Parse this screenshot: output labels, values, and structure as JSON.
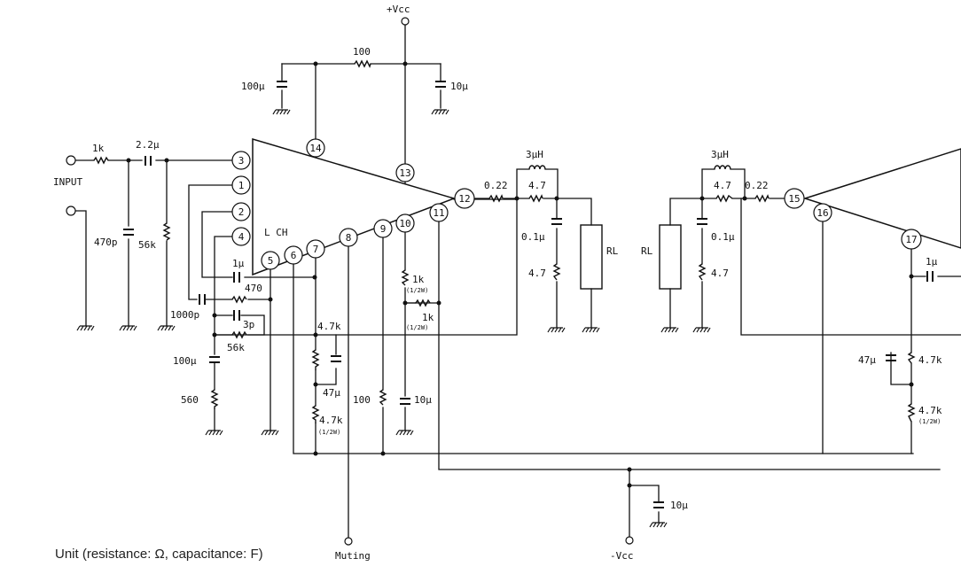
{
  "rails": {
    "vcc_pos": "+Vcc",
    "vcc_neg": "-Vcc",
    "muting": "Muting",
    "input": "INPUT"
  },
  "channel_label": "L CH",
  "pins": [
    "1",
    "2",
    "3",
    "4",
    "5",
    "6",
    "7",
    "8",
    "9",
    "10",
    "11",
    "12",
    "13",
    "14",
    "15",
    "16",
    "17"
  ],
  "components": {
    "r_top": "100",
    "c_top_left": "100µ",
    "c_top_right": "10µ",
    "r_in": "1k",
    "c_in": "2.2µ",
    "c_470p": "470p",
    "r_56k_in": "56k",
    "c_1u": "1µ",
    "r_470": "470",
    "c_1000p": "1000p",
    "c_3p": "3p",
    "r_56k_fb": "56k",
    "c_100u": "100µ",
    "r_560": "560",
    "r_4k7_a": "4.7k",
    "c_47u_a": "47µ",
    "r_4k7_b": "4.7k",
    "rating_half_w": "(1/2W)",
    "r_100_mid": "100",
    "r_1k_a": "1k",
    "r_1k_b": "1k",
    "c_10u_mid": "10µ",
    "r_022_l": "0.22",
    "l_3uh_l": "3µH",
    "r_47_l": "4.7",
    "c_01_l": "0.1µ",
    "r_47_l_b": "4.7",
    "rl_l": "RL",
    "rl_r": "RL",
    "c_01_r": "0.1µ",
    "r_47_r_b": "4.7",
    "l_3uh_r": "3µH",
    "r_47_r": "4.7",
    "r_022_r": "0.22",
    "c_1u_r": "1µ",
    "c_47u_r": "47µ",
    "r_4k7_r_a": "4.7k",
    "r_4k7_r_b": "4.7k",
    "c_10u_bottom": "10µ"
  },
  "unit_note": "Unit (resistance: Ω, capacitance: F)"
}
